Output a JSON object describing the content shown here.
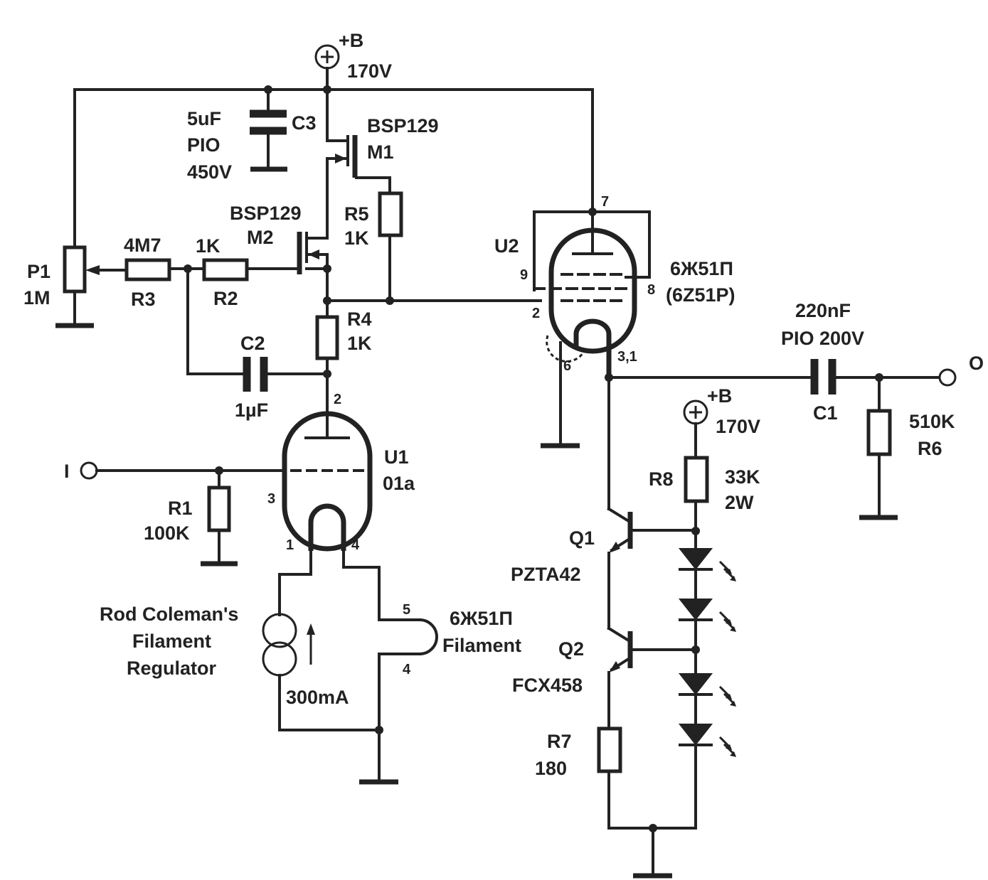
{
  "supply_top": {
    "label": "+B",
    "voltage": "170V"
  },
  "supply_led": {
    "label": "+B",
    "voltage": "170V"
  },
  "c3": {
    "name": "C3",
    "value": "5uF",
    "type": "PIO",
    "voltage": "450V"
  },
  "m1": {
    "part": "BSP129",
    "name": "M1"
  },
  "m2": {
    "part": "BSP129",
    "name": "M2"
  },
  "r5": {
    "name": "R5",
    "value": "1K"
  },
  "r4": {
    "name": "R4",
    "value": "1K"
  },
  "r3": {
    "name": "R3",
    "value": "4M7"
  },
  "r2": {
    "name": "R2",
    "value": "1K"
  },
  "p1": {
    "name": "P1",
    "value": "1M"
  },
  "c2": {
    "name": "C2",
    "value": "1µF"
  },
  "r1": {
    "name": "R1",
    "value": "100K"
  },
  "u1": {
    "name": "U1",
    "type": "01a",
    "pins": [
      "2",
      "3",
      "1",
      "4"
    ]
  },
  "u2": {
    "name": "U2",
    "type": "6Ж51П",
    "alt": "(6Z51P)",
    "pins": [
      "7",
      "9",
      "8",
      "2",
      "6",
      "3,1"
    ]
  },
  "input": {
    "label": "I"
  },
  "output": {
    "label": "O"
  },
  "c1": {
    "name": "C1",
    "value": "220nF",
    "type": "PIO 200V"
  },
  "r6": {
    "name": "R6",
    "value": "510K"
  },
  "r8": {
    "name": "R8",
    "value": "33K",
    "power": "2W"
  },
  "q1": {
    "name": "Q1",
    "part": "PZTA42"
  },
  "q2": {
    "name": "Q2",
    "part": "FCX458"
  },
  "r7": {
    "name": "R7",
    "value": "180"
  },
  "regulator": {
    "line1": "Rod Coleman's",
    "line2": "Filament",
    "line3": "Regulator",
    "current": "300mA"
  },
  "filament": {
    "type": "6Ж51П",
    "label": "Filament",
    "pins": [
      "5",
      "4"
    ]
  },
  "colors": {
    "ink": "#222222",
    "background": "#ffffff"
  }
}
